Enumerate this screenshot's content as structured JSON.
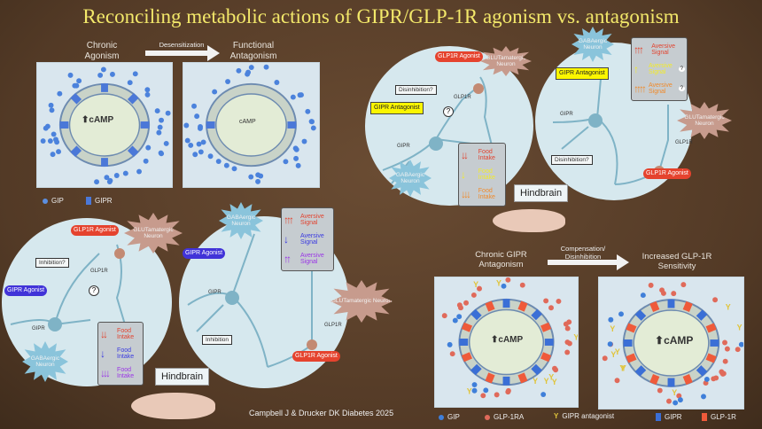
{
  "title": "Reconciling metabolic actions of GIPR/GLP-1R agonism vs. antagonism",
  "top_left": {
    "left_label": "Chronic Agonism",
    "arrow_label": "Desensitization",
    "right_label": "Functional Antagonism",
    "camp_left": "cAMP",
    "camp_right": "cAMP",
    "legend": {
      "gip": "GIP",
      "gipr": "GIPR"
    }
  },
  "antagonist_panel": {
    "left": {
      "glp1r_agonist": "GLP1R Agonist",
      "glu_neuron": "GLUTamatergic Neuron",
      "disinhibition": "Disinhibition?",
      "glp1r": "GLP1R",
      "question": "?",
      "gipr_antagonist": "GIPR Antagonist",
      "gipr": "GIPR",
      "gaba_neuron": "GABAergic Neuron",
      "effects": [
        {
          "arrows": "↓↓",
          "label": "Food Intake",
          "color": "#e2432f"
        },
        {
          "arrows": "↓",
          "label": "Food Intake",
          "color": "#f2ea2a"
        },
        {
          "arrows": "↓↓↓",
          "label": "Food Intake",
          "color": "#f08a2a"
        }
      ]
    },
    "right": {
      "gaba_neuron": "GABAergic Neuron",
      "gipr_antagonist": "GIPR Antagonist",
      "gipr": "GIPR",
      "disinhibition": "Disinhibition?",
      "glu_neuron": "GLUTamatergic Neuron",
      "glp1r": "GLP1R",
      "glp1r_agonist": "GLP1R Agonist",
      "effects": [
        {
          "arrows": "↑↑↑",
          "label": "Aversive Signal",
          "color": "#e2432f",
          "q": ""
        },
        {
          "arrows": "↑",
          "label": "Aversive Signal",
          "color": "#f2ea2a",
          "q": "?"
        },
        {
          "arrows": "↑↑↑↑",
          "label": "Aversive Signal",
          "color": "#f08a2a",
          "q": "?"
        }
      ]
    },
    "hindbrain": "Hindbrain"
  },
  "agonist_panel": {
    "left": {
      "glp1r_agonist": "GLP1R Agonist",
      "glu_neuron": "GLUTamatergic Neuron",
      "inhibition": "Inhibition?",
      "glp1r": "GLP1R",
      "question": "?",
      "gipr_agonist": "GIPR Agonist",
      "gipr": "GIPR",
      "gaba_neuron": "GABAergic Neuron",
      "effects": [
        {
          "arrows": "↓↓",
          "label": "Food Intake",
          "color": "#e2432f"
        },
        {
          "arrows": "↓",
          "label": "Food Intake",
          "color": "#3a3ae0"
        },
        {
          "arrows": "↓↓↓",
          "label": "Food Intake",
          "color": "#9a35e6"
        }
      ]
    },
    "right": {
      "gaba_neuron": "GABAergic Neuron",
      "gipr_agonist": "GIPR Agonist",
      "gipr": "GIPR",
      "inhibition": "Inhibition",
      "glu_neuron": "GLUTamatergic Neuron",
      "glp1r": "GLP1R",
      "glp1r_agonist": "GLP1R Agonist",
      "effects": [
        {
          "arrows": "↑↑↑",
          "label": "Aversive Signal",
          "color": "#e2432f"
        },
        {
          "arrows": "↓",
          "label": "Aversive Signal",
          "color": "#3a3ae0"
        },
        {
          "arrows": "↑↑",
          "label": "Aversive Signal",
          "color": "#9a35e6"
        }
      ]
    },
    "hindbrain": "Hindbrain"
  },
  "citation": "Campbell J & Drucker DK Diabetes 2025",
  "bottom_right": {
    "left_label": "Chronic GIPR Antagonism",
    "arrow_label": "Compensation/ Disinhibition",
    "right_label": "Increased GLP-1R Sensitivity",
    "camp_left": "cAMP",
    "camp_right": "cAMP",
    "legend": {
      "gip": "GIP",
      "glp1ra": "GLP-1RA",
      "gipr_antagonist": "GIPR antagonist",
      "gipr": "GIPR",
      "glp1r": "GLP-1R"
    }
  },
  "colors": {
    "title": "#f3e86a",
    "gip": "#3f7fd9",
    "glp1ra": "#e06a5a",
    "antagonist": "#e0c43a",
    "gipr": "#3b6fd6",
    "glp1r": "#ef5a3a"
  }
}
